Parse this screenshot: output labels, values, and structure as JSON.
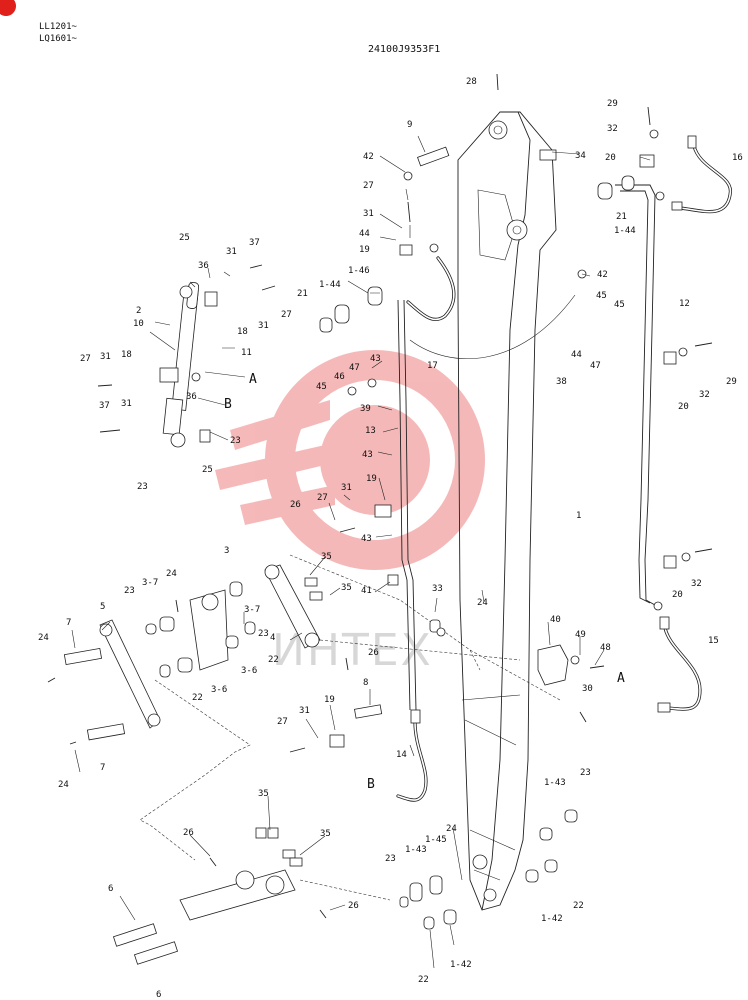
{
  "header": {
    "serial_lines": [
      "LL1201~",
      "LQ1601~"
    ],
    "drawing_number": "24100J9353F1"
  },
  "watermark": {
    "text": "ИНТЕХ",
    "color": "#e85050"
  },
  "corner_badge": {
    "color": "#e0201a"
  },
  "callouts": [
    {
      "id": "c1",
      "text": "28"
    },
    {
      "id": "c2",
      "text": "29"
    },
    {
      "id": "c3",
      "text": "32"
    },
    {
      "id": "c4",
      "text": "9"
    },
    {
      "id": "c5",
      "text": "34"
    },
    {
      "id": "c6",
      "text": "20"
    },
    {
      "id": "c7",
      "text": "16"
    },
    {
      "id": "c8",
      "text": "42"
    },
    {
      "id": "c9",
      "text": "27"
    },
    {
      "id": "c10",
      "text": "21"
    },
    {
      "id": "c11",
      "text": "31"
    },
    {
      "id": "c12",
      "text": "1-44"
    },
    {
      "id": "c13",
      "text": "44"
    },
    {
      "id": "c14",
      "text": "19"
    },
    {
      "id": "c15",
      "text": "25"
    },
    {
      "id": "c16",
      "text": "37"
    },
    {
      "id": "c17",
      "text": "31"
    },
    {
      "id": "c18",
      "text": "42"
    },
    {
      "id": "c19",
      "text": "1-46"
    },
    {
      "id": "c20",
      "text": "36"
    },
    {
      "id": "c21",
      "text": "1-44"
    },
    {
      "id": "c22",
      "text": "45"
    },
    {
      "id": "c23",
      "text": "45"
    },
    {
      "id": "c24",
      "text": "21"
    },
    {
      "id": "c25",
      "text": "27"
    },
    {
      "id": "c26",
      "text": "12"
    },
    {
      "id": "c27",
      "text": "2"
    },
    {
      "id": "c28",
      "text": "18"
    },
    {
      "id": "c29",
      "text": "31"
    },
    {
      "id": "c30",
      "text": "10"
    },
    {
      "id": "c31",
      "text": "44"
    },
    {
      "id": "c32",
      "text": "11"
    },
    {
      "id": "c33",
      "text": "47"
    },
    {
      "id": "c34",
      "text": "43"
    },
    {
      "id": "c35",
      "text": "47"
    },
    {
      "id": "c36",
      "text": "17"
    },
    {
      "id": "c37",
      "text": "27"
    },
    {
      "id": "c38",
      "text": "31"
    },
    {
      "id": "c39",
      "text": "18"
    },
    {
      "id": "c40",
      "text": "46"
    },
    {
      "id": "c41",
      "text": "A"
    },
    {
      "id": "c42",
      "text": "38"
    },
    {
      "id": "c43",
      "text": "29"
    },
    {
      "id": "c44",
      "text": "32"
    },
    {
      "id": "c45",
      "text": "45"
    },
    {
      "id": "c46",
      "text": "36"
    },
    {
      "id": "c47",
      "text": "37"
    },
    {
      "id": "c48",
      "text": "31"
    },
    {
      "id": "c49",
      "text": "B"
    },
    {
      "id": "c50",
      "text": "39"
    },
    {
      "id": "c51",
      "text": "20"
    },
    {
      "id": "c52",
      "text": "13"
    },
    {
      "id": "c53",
      "text": "23"
    },
    {
      "id": "c54",
      "text": "43"
    },
    {
      "id": "c55",
      "text": "25"
    },
    {
      "id": "c56",
      "text": "23"
    },
    {
      "id": "c57",
      "text": "19"
    },
    {
      "id": "c58",
      "text": "31"
    },
    {
      "id": "c59",
      "text": "26"
    },
    {
      "id": "c60",
      "text": "27"
    },
    {
      "id": "c61",
      "text": "1"
    },
    {
      "id": "c62",
      "text": "43"
    },
    {
      "id": "c63",
      "text": "3"
    },
    {
      "id": "c64",
      "text": "35"
    },
    {
      "id": "c65",
      "text": "24"
    },
    {
      "id": "c66",
      "text": "35"
    },
    {
      "id": "c67",
      "text": "23"
    },
    {
      "id": "c68",
      "text": "3-7"
    },
    {
      "id": "c69",
      "text": "41"
    },
    {
      "id": "c70",
      "text": "32"
    },
    {
      "id": "c71",
      "text": "20"
    },
    {
      "id": "c72",
      "text": "5"
    },
    {
      "id": "c73",
      "text": "3-7"
    },
    {
      "id": "c74",
      "text": "4"
    },
    {
      "id": "c75",
      "text": "23"
    },
    {
      "id": "c76",
      "text": "33"
    },
    {
      "id": "c77",
      "text": "24"
    },
    {
      "id": "c78",
      "text": "7"
    },
    {
      "id": "c79",
      "text": "22"
    },
    {
      "id": "c80",
      "text": "40"
    },
    {
      "id": "c81",
      "text": "49"
    },
    {
      "id": "c82",
      "text": "48"
    },
    {
      "id": "c83",
      "text": "15"
    },
    {
      "id": "c84",
      "text": "24"
    },
    {
      "id": "c85",
      "text": "3-6"
    },
    {
      "id": "c86",
      "text": "26"
    },
    {
      "id": "c87",
      "text": "30"
    },
    {
      "id": "c88",
      "text": "A"
    },
    {
      "id": "c89",
      "text": "3-6"
    },
    {
      "id": "c90",
      "text": "22"
    },
    {
      "id": "c91",
      "text": "8"
    },
    {
      "id": "c92",
      "text": "19"
    },
    {
      "id": "c93",
      "text": "27"
    },
    {
      "id": "c94",
      "text": "31"
    },
    {
      "id": "c95",
      "text": "7"
    },
    {
      "id": "c96",
      "text": "14"
    },
    {
      "id": "c97",
      "text": "24"
    },
    {
      "id": "c98",
      "text": "23"
    },
    {
      "id": "c99",
      "text": "B"
    },
    {
      "id": "c100",
      "text": "1-43"
    },
    {
      "id": "c101",
      "text": "35"
    },
    {
      "id": "c102",
      "text": "35"
    },
    {
      "id": "c103",
      "text": "24"
    },
    {
      "id": "c104",
      "text": "26"
    },
    {
      "id": "c105",
      "text": "1-45"
    },
    {
      "id": "c106",
      "text": "1-43"
    },
    {
      "id": "c107",
      "text": "23"
    },
    {
      "id": "c108",
      "text": "6"
    },
    {
      "id": "c109",
      "text": "26"
    },
    {
      "id": "c110",
      "text": "22"
    },
    {
      "id": "c111",
      "text": "1-42"
    },
    {
      "id": "c112",
      "text": "22"
    },
    {
      "id": "c113",
      "text": "1-42"
    },
    {
      "id": "c114",
      "text": "6"
    }
  ]
}
